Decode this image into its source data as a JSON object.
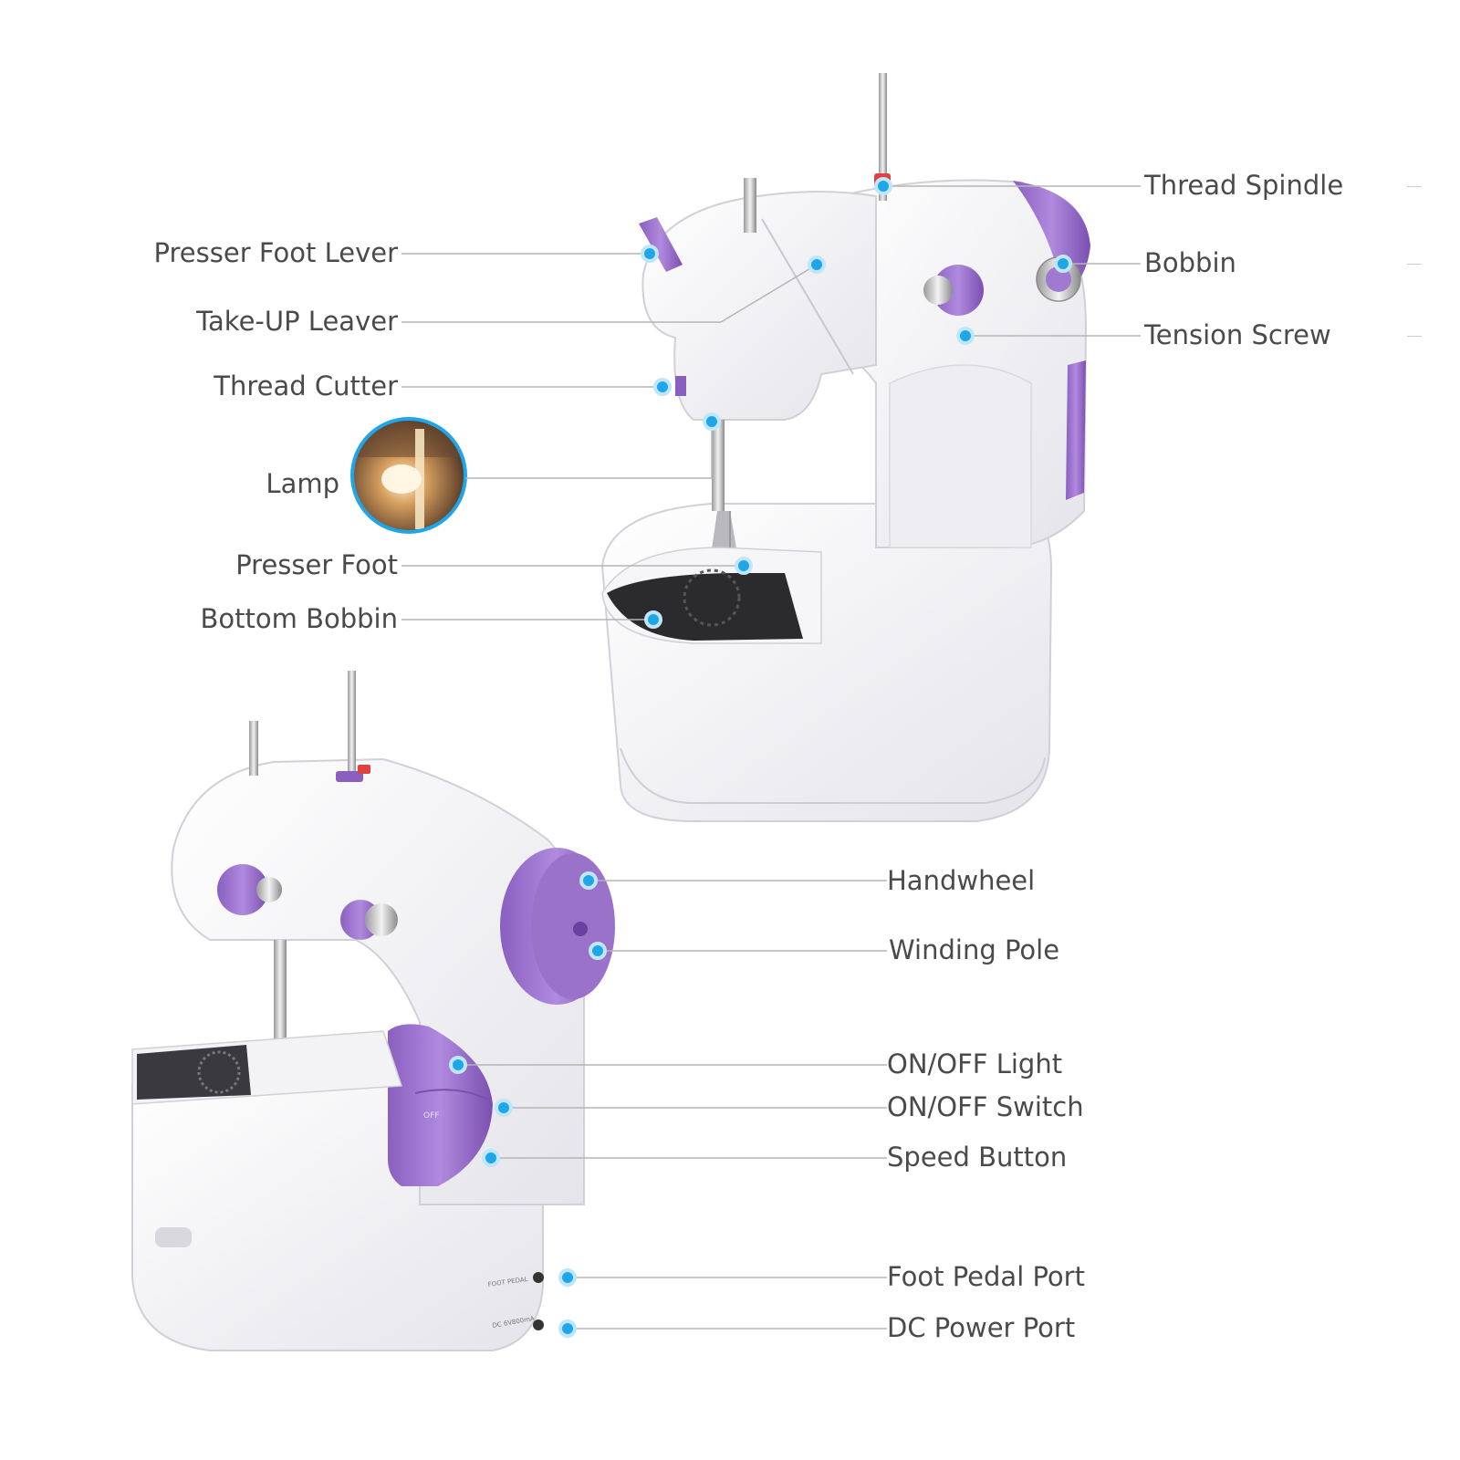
{
  "colors": {
    "purple": "#9b72c9",
    "purple_dark": "#7b4fb0",
    "callout_dot": "#1fa6e8",
    "leader_line": "#b5b5b5",
    "label_text": "#4a4a4a",
    "body_white": "#ffffff",
    "body_shadow": "#e6e6ea"
  },
  "labels": {
    "thread_spindle": "Thread Spindle",
    "bobbin": "Bobbin",
    "tension_screw": "Tension Screw",
    "presser_foot_lever": "Presser Foot Lever",
    "take_up_leaver": "Take-UP Leaver",
    "thread_cutter": "Thread Cutter",
    "lamp": "Lamp",
    "presser_foot": "Presser Foot",
    "bottom_bobbin": "Bottom Bobbin",
    "handwheel": "Handwheel",
    "winding_pole": "Winding Pole",
    "on_off_light": "ON/OFF Light",
    "on_off_switch": "ON/OFF Switch",
    "speed_button": "Speed Button",
    "foot_pedal_port": "Foot Pedal Port",
    "dc_power_port": "DC Power Port"
  },
  "machine_markings": {
    "off": "OFF",
    "foot_pedal": "FOOT PEDAL",
    "dc_rating": "DC 6V800mA"
  }
}
